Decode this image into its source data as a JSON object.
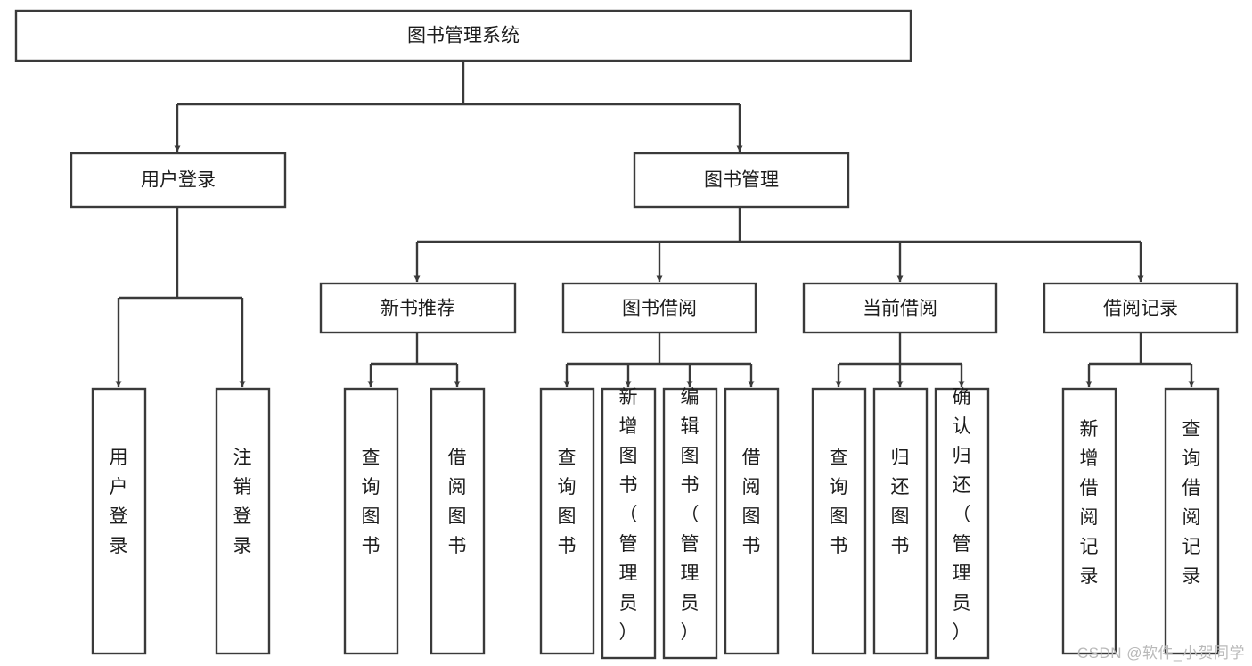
{
  "diagram": {
    "type": "tree-hierarchy",
    "title": "图书管理系统",
    "watermark": "CSDN @软件_小贺同学",
    "colors": {
      "stroke": "#3a3a3a",
      "box_fill": "#ffffff",
      "text": "#1d1d1d",
      "watermark": "#b9b9b9",
      "background": "#ffffff"
    },
    "levels": {
      "root": {
        "label": "图书管理系统"
      },
      "level2": [
        {
          "label": "用户登录"
        },
        {
          "label": "图书管理"
        }
      ],
      "level3": [
        {
          "label": "新书推荐"
        },
        {
          "label": "图书借阅"
        },
        {
          "label": "当前借阅"
        },
        {
          "label": "借阅记录"
        }
      ],
      "leaves": {
        "user_login": [
          {
            "label": "用户登录"
          },
          {
            "label": "注销登录"
          }
        ],
        "new_book_recommend": [
          {
            "label": "查询图书"
          },
          {
            "label": "借阅图书"
          }
        ],
        "book_borrow": [
          {
            "label": "查询图书"
          },
          {
            "label": "新增图书（管理员）"
          },
          {
            "label": "编辑图书（管理员）"
          },
          {
            "label": "借阅图书"
          }
        ],
        "current_borrow": [
          {
            "label": "查询图书"
          },
          {
            "label": "归还图书"
          },
          {
            "label": "确认归还（管理员）"
          }
        ],
        "borrow_record": [
          {
            "label": "新增借阅记录"
          },
          {
            "label": "查询借阅记录"
          }
        ]
      }
    }
  }
}
